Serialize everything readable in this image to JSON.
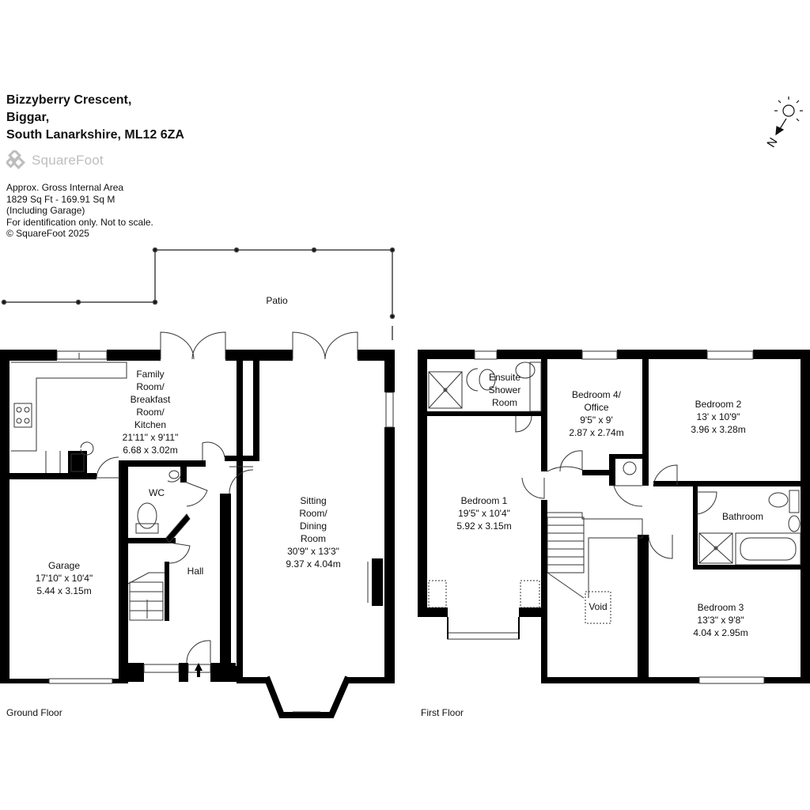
{
  "address": {
    "line1": "Bizzyberry Crescent,",
    "line2": "Biggar,",
    "line3": "South Lanarkshire, ML12 6ZA"
  },
  "brand": {
    "name": "SquareFoot",
    "color": "#bdbdbd"
  },
  "area_info": {
    "line1": "Approx. Gross Internal Area",
    "line2": "1829 Sq Ft  -  169.91 Sq M",
    "line3": "(Including Garage)",
    "line4": "For identification only. Not to scale.",
    "line5": "© SquareFoot 2025"
  },
  "compass": {
    "label": "N",
    "icon": "sun-compass-icon"
  },
  "floors": {
    "ground": "Ground Floor",
    "first": "First Floor"
  },
  "rooms": {
    "patio": {
      "name": "Patio"
    },
    "family": {
      "name1": "Family",
      "name2": "Room/",
      "name3": "Breakfast",
      "name4": "Room/",
      "name5": "Kitchen",
      "imperial": "21'11\" x 9'11\"",
      "metric": "6.68 x 3.02m"
    },
    "wc": {
      "name": "WC"
    },
    "hall": {
      "name": "Hall"
    },
    "garage": {
      "name": "Garage",
      "imperial": "17'10\" x 10'4\"",
      "metric": "5.44 x 3.15m"
    },
    "sitting": {
      "name1": "Sitting",
      "name2": "Room/",
      "name3": "Dining",
      "name4": "Room",
      "imperial": "30'9\" x 13'3\"",
      "metric": "9.37 x 4.04m"
    },
    "ensuite": {
      "name1": "Ensuite",
      "name2": "Shower",
      "name3": "Room"
    },
    "bed4": {
      "name1": "Bedroom 4/",
      "name2": "Office",
      "imperial": "9'5\" x 9'",
      "metric": "2.87 x 2.74m"
    },
    "bed2": {
      "name": "Bedroom 2",
      "imperial": "13' x 10'9\"",
      "metric": "3.96 x 3.28m"
    },
    "bed1": {
      "name": "Bedroom 1",
      "imperial": "19'5\" x 10'4\"",
      "metric": "5.92 x 3.15m"
    },
    "bathroom": {
      "name": "Bathroom"
    },
    "void": {
      "name": "Void"
    },
    "bed3": {
      "name": "Bedroom 3",
      "imperial": "13'3\" x 9'8\"",
      "metric": "4.04 x 2.95m"
    }
  }
}
